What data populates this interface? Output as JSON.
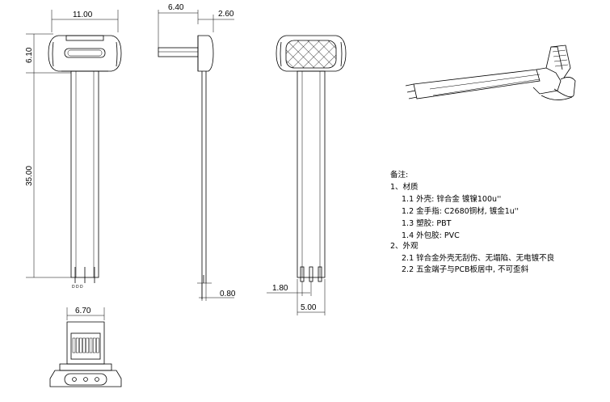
{
  "dimensions": {
    "front_width": "11.00",
    "front_head_height": "6.10",
    "front_length": "35.00",
    "side_depth": "6.40",
    "side_head_thickness": "2.60",
    "side_pin_thickness": "0.80",
    "back_pin_pitch": "1.80",
    "back_width": "5.00",
    "bottom_width": "6.70"
  },
  "notes": {
    "title": "备注:",
    "section1": "1、材质",
    "item1_1": "1.1 外壳: 锌合金 镀镍100u''",
    "item1_2": "1.2 金手指: C2680铜材, 镀金1u''",
    "item1_3": "1.3 塑胶: PBT",
    "item1_4": "1.4 外包胶: PVC",
    "section2": "2、外观",
    "item2_1": "2.1 锌合金外壳无刮伤、无塌陷、无电镀不良",
    "item2_2": "2.2 五金端子与PCB板居中, 不可歪斜"
  }
}
